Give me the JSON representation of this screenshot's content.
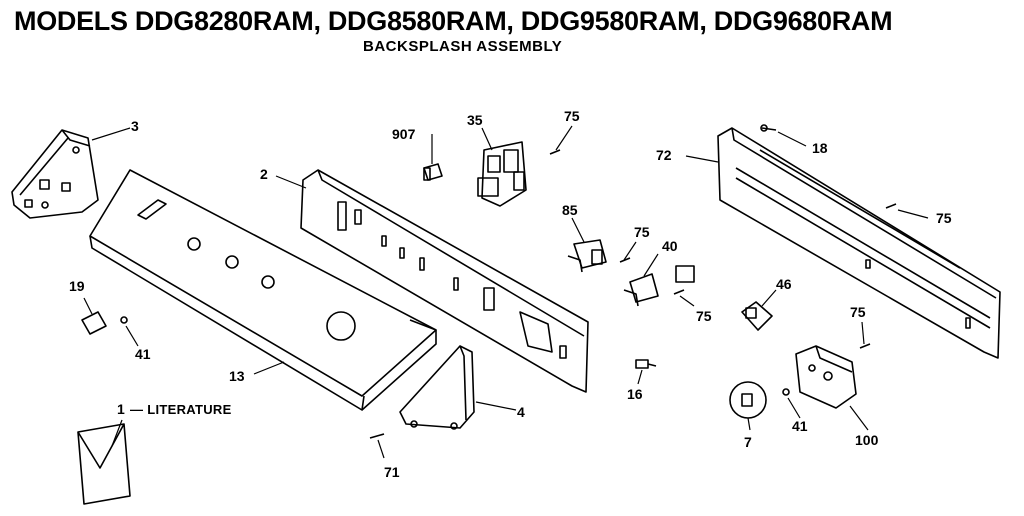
{
  "header": {
    "title": "MODELS DDG8280RAM, DDG8580RAM, DDG9580RAM, DDG9680RAM",
    "subtitle": "BACKSPLASH ASSEMBLY"
  },
  "parts": {
    "p1": "1",
    "p1_desc": "— LITERATURE",
    "p2": "2",
    "p3": "3",
    "p4": "4",
    "p7": "7",
    "p13": "13",
    "p16": "16",
    "p18": "18",
    "p19": "19",
    "p35": "35",
    "p40": "40",
    "p41_left": "41",
    "p41_right": "41",
    "p46": "46",
    "p71": "71",
    "p72": "72",
    "p75_top": "75",
    "p75_mid": "75",
    "p75_low": "75",
    "p75_right": "75",
    "p75_knob": "75",
    "p85": "85",
    "p100": "100",
    "p907": "907"
  }
}
